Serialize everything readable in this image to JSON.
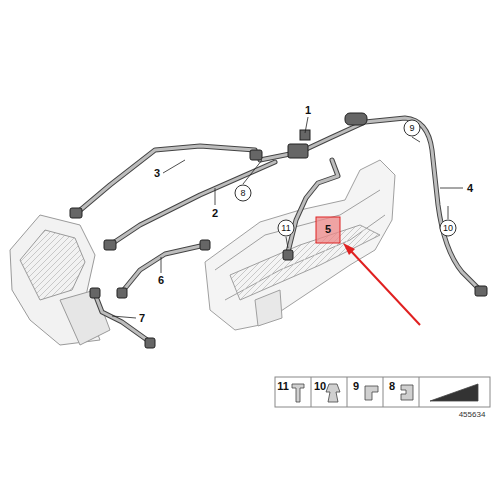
{
  "diagram": {
    "labels": [
      "1",
      "9",
      "3",
      "8",
      "4",
      "2",
      "11",
      "5",
      "10",
      "6",
      "7",
      "11",
      "10",
      "9",
      "8",
      "455634"
    ]
  }
}
